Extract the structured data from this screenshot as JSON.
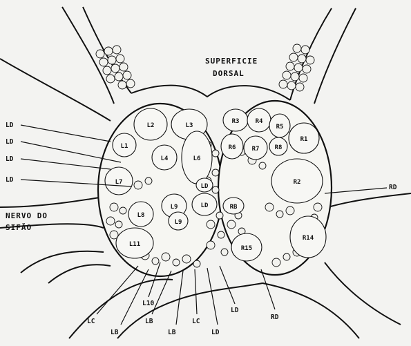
{
  "surface_label": [
    "SUPERFICIE",
    "DORSAL"
  ],
  "nerve_label": [
    "NERVO DO",
    "SIFÃO"
  ],
  "right_hemi_cells": [
    "R3",
    "R4",
    "R5",
    "R1",
    "R6",
    "R7",
    "R8",
    "R2",
    "R15",
    "R14"
  ],
  "left_hemi_cells": [
    "L2",
    "L3",
    "L1",
    "L4",
    "L6",
    "L7",
    "L8",
    "L9",
    "L9",
    "L11"
  ],
  "center_cells": [
    "LD",
    "LD",
    "RB"
  ],
  "left_callouts": [
    "LD",
    "LD",
    "LD",
    "LD"
  ],
  "right_callouts": [
    "RD"
  ],
  "bottom_callouts": [
    "L10",
    "LC",
    "LB",
    "LB",
    "LB",
    "LC",
    "LD",
    "LD",
    "RD"
  ]
}
